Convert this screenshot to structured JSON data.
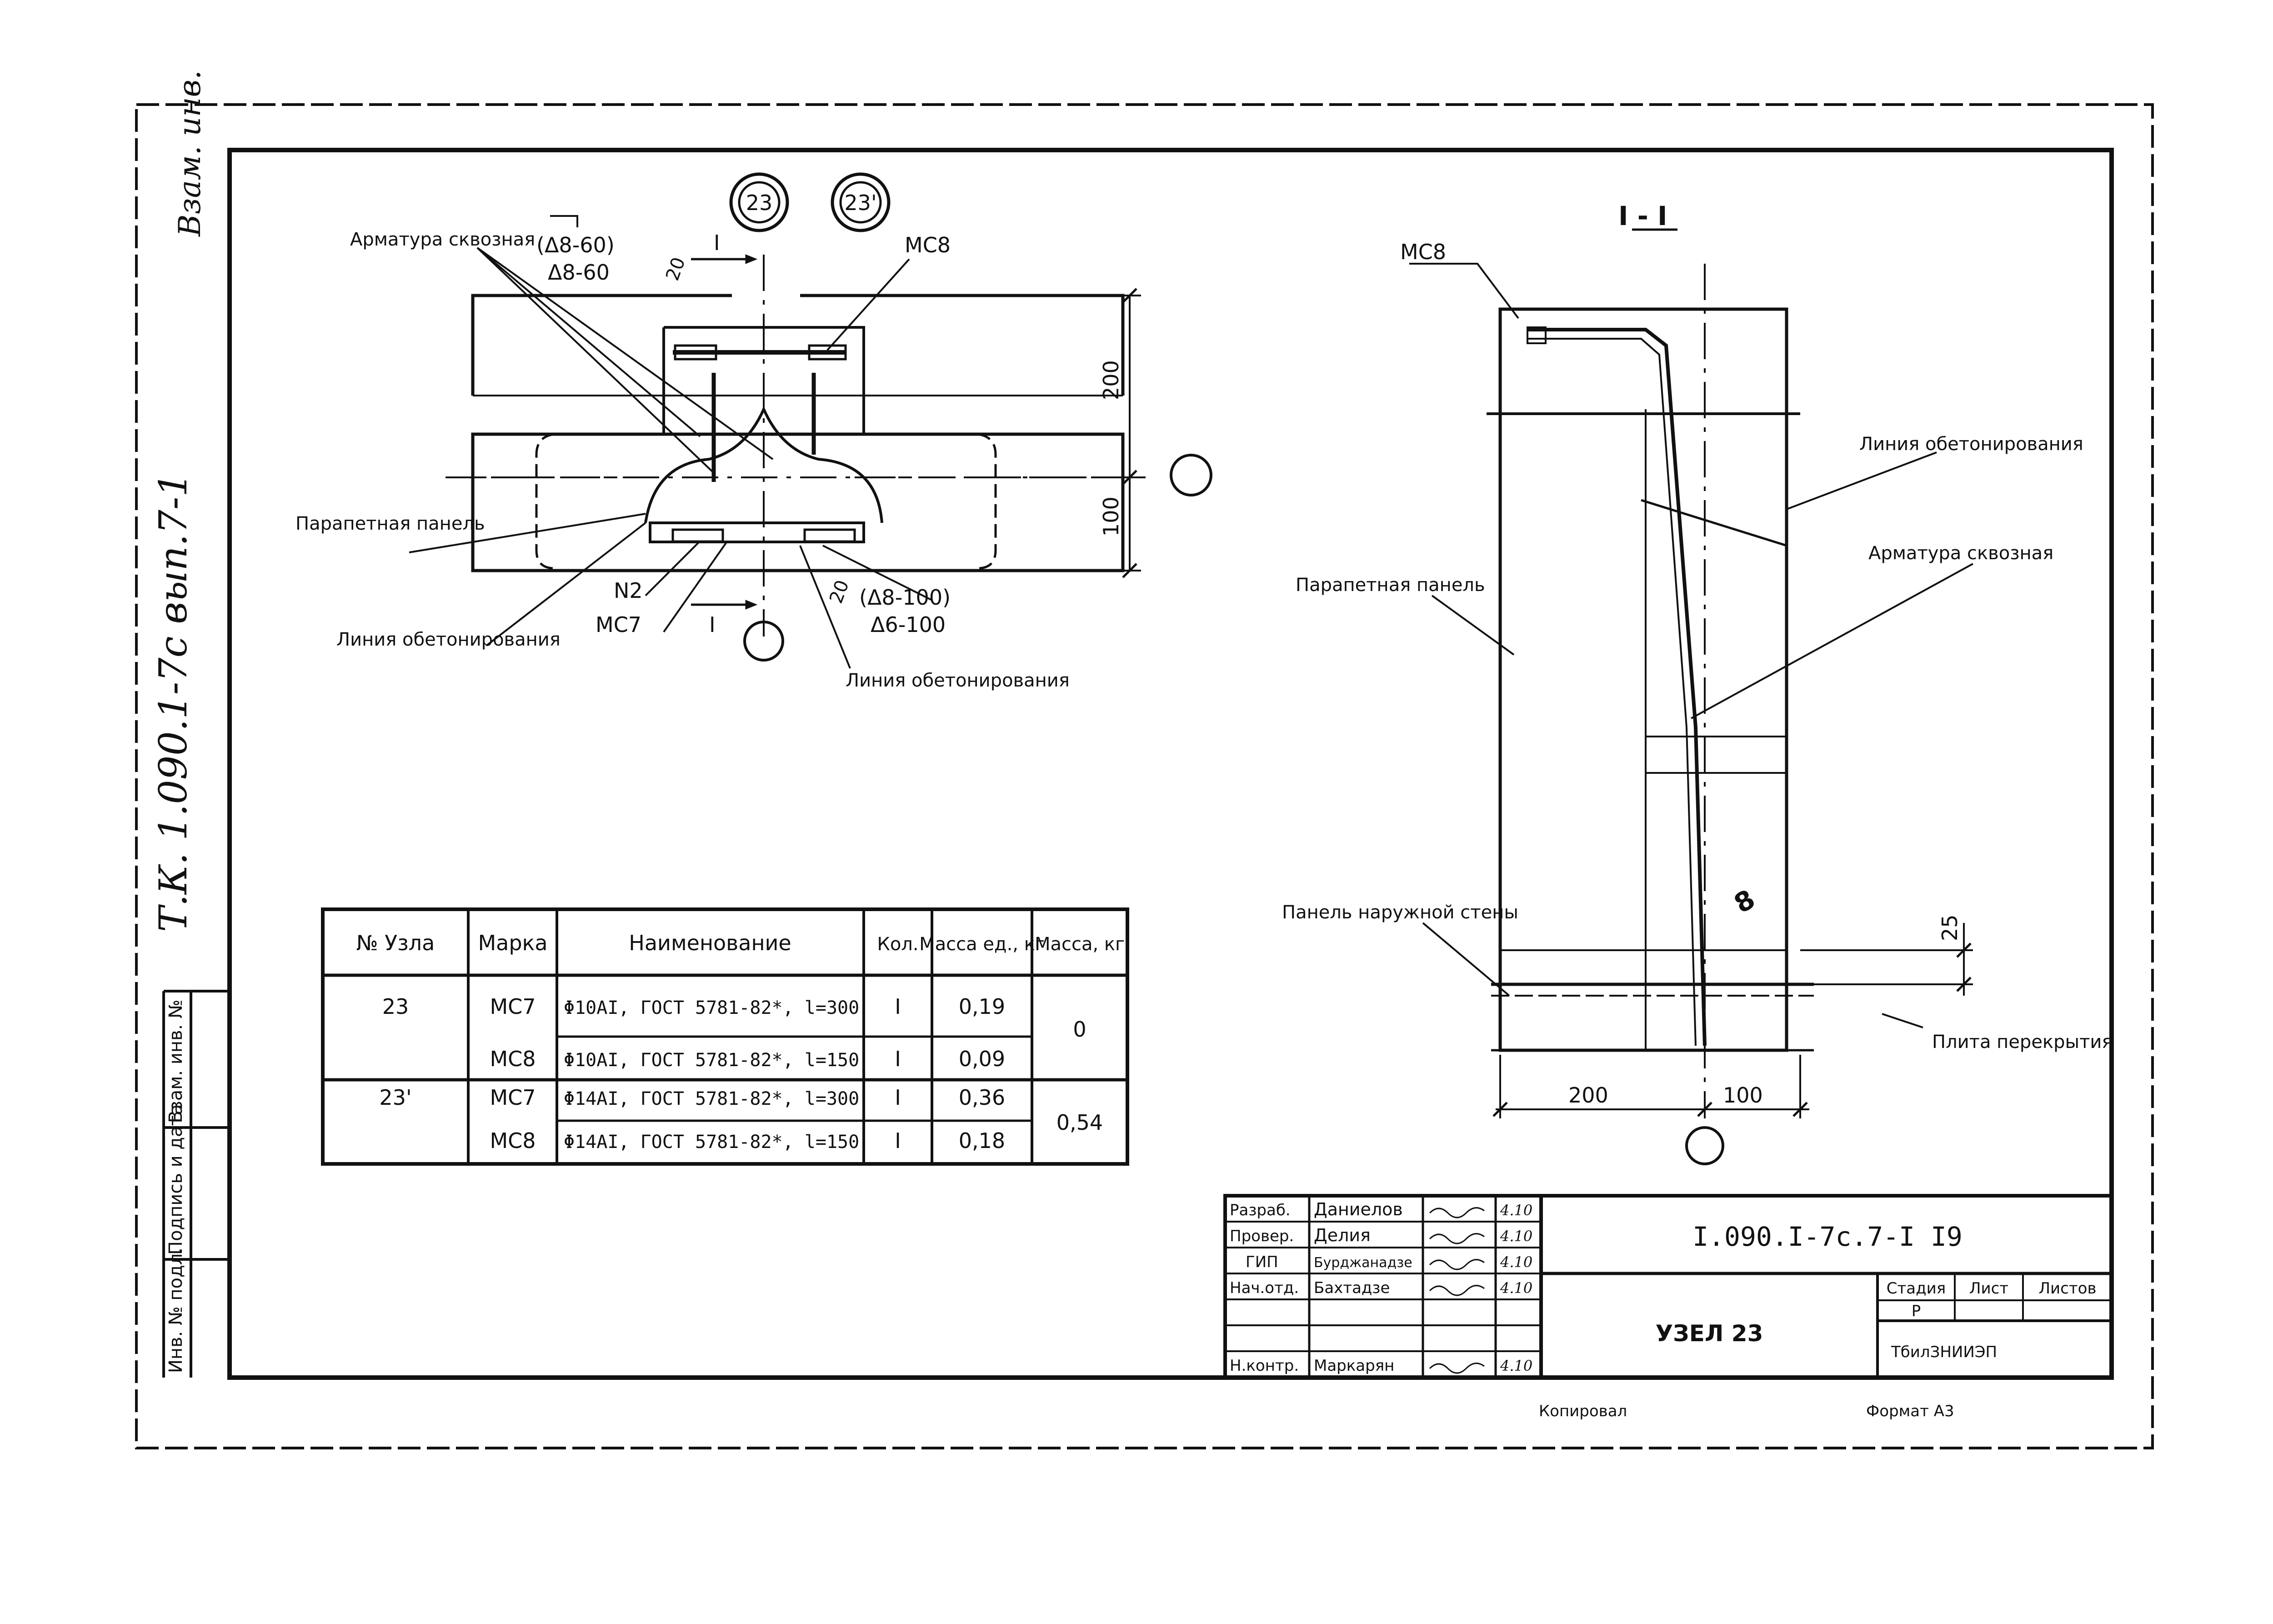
{
  "margin_note": {
    "text": "Т.К. 1.090.1-7с вып.7-1",
    "signature": "Взам. инв."
  },
  "left_strip": {
    "cells": [
      "Инв. № подл.",
      "Подпись и дата",
      "Взам. инв. №"
    ]
  },
  "node_markers": [
    "23",
    "23'"
  ],
  "plan_view": {
    "reinforcement_through": "Арматура сквозная",
    "spacing_top_alt": "(Δ8-60)",
    "spacing_top": "Δ8-60",
    "section_mark": "I",
    "section_mark_bottom": "I",
    "mark_mc8": "МС8",
    "mark_mc7": "МС7",
    "mark_n2": "N2",
    "parapet_panel": "Парапетная панель",
    "concrete_line_left": "Линия обетонирования",
    "concrete_line_bottom": "Линия обетонирования",
    "spacing_bottom_alt": "(Δ8-100)",
    "spacing_bottom": "Δ6-100",
    "dim_200": "200",
    "dim_100": "100",
    "small_dim_a": "20",
    "small_dim_b": "20"
  },
  "section_view": {
    "title": "I - I",
    "mark_mc8": "МС8",
    "concrete_line": "Линия обетонирования",
    "reinforcement": "Арматура сквозная",
    "parapet_panel": "Парапетная панель",
    "outer_wall_panel": "Панель наружной стены",
    "floor_slab": "Плита перекрытия",
    "dim_25": "25",
    "dim_200": "200",
    "dim_100": "100",
    "weld_mark": "8"
  },
  "spec_table": {
    "headers": [
      "№ Узла",
      "Марка",
      "Наименование",
      "Кол.",
      "Масса ед., кг",
      "Масса, кг"
    ],
    "rows": [
      {
        "node": "23",
        "mark": "МС7",
        "name": "Φ10АI, ГОСТ 5781-82*, l=300",
        "qty": "I",
        "unit_mass": "0,19",
        "mass": "0"
      },
      {
        "node": "",
        "mark": "МС8",
        "name": "Φ10АI, ГОСТ 5781-82*, l=150",
        "qty": "I",
        "unit_mass": "0,09",
        "mass": ""
      },
      {
        "node": "23'",
        "mark": "МС7",
        "name": "Φ14АI, ГОСТ 5781-82*, l=300",
        "qty": "I",
        "unit_mass": "0,36",
        "mass": "0,54"
      },
      {
        "node": "",
        "mark": "МС8",
        "name": "Φ14АI, ГОСТ 5781-82*, l=150",
        "qty": "I",
        "unit_mass": "0,18",
        "mass": ""
      }
    ]
  },
  "title_block": {
    "roles": [
      "Разраб.",
      "Провер.",
      "ГИП",
      "Нач.отд.",
      "",
      "",
      "Н.контр."
    ],
    "names": [
      "Даниелов",
      "Делия",
      "Бурджанадзе",
      "Бахтадзе",
      "",
      "",
      "Маркарян"
    ],
    "dates": [
      "4.10",
      "4.10",
      "4.10",
      "4.10",
      "",
      "",
      "4.10"
    ],
    "doc_code": "I.090.I-7с.7-I I9",
    "sheet_title": "УЗЕЛ 23",
    "stage_label": "Стадия",
    "sheet_label": "Лист",
    "sheets_label": "Листов",
    "stage_value": "Р",
    "sheet_value": "",
    "sheets_value": "",
    "organization": "ТбилЗНИИЭП"
  },
  "footer": {
    "copied": "Копировал",
    "format": "Формат А3"
  }
}
